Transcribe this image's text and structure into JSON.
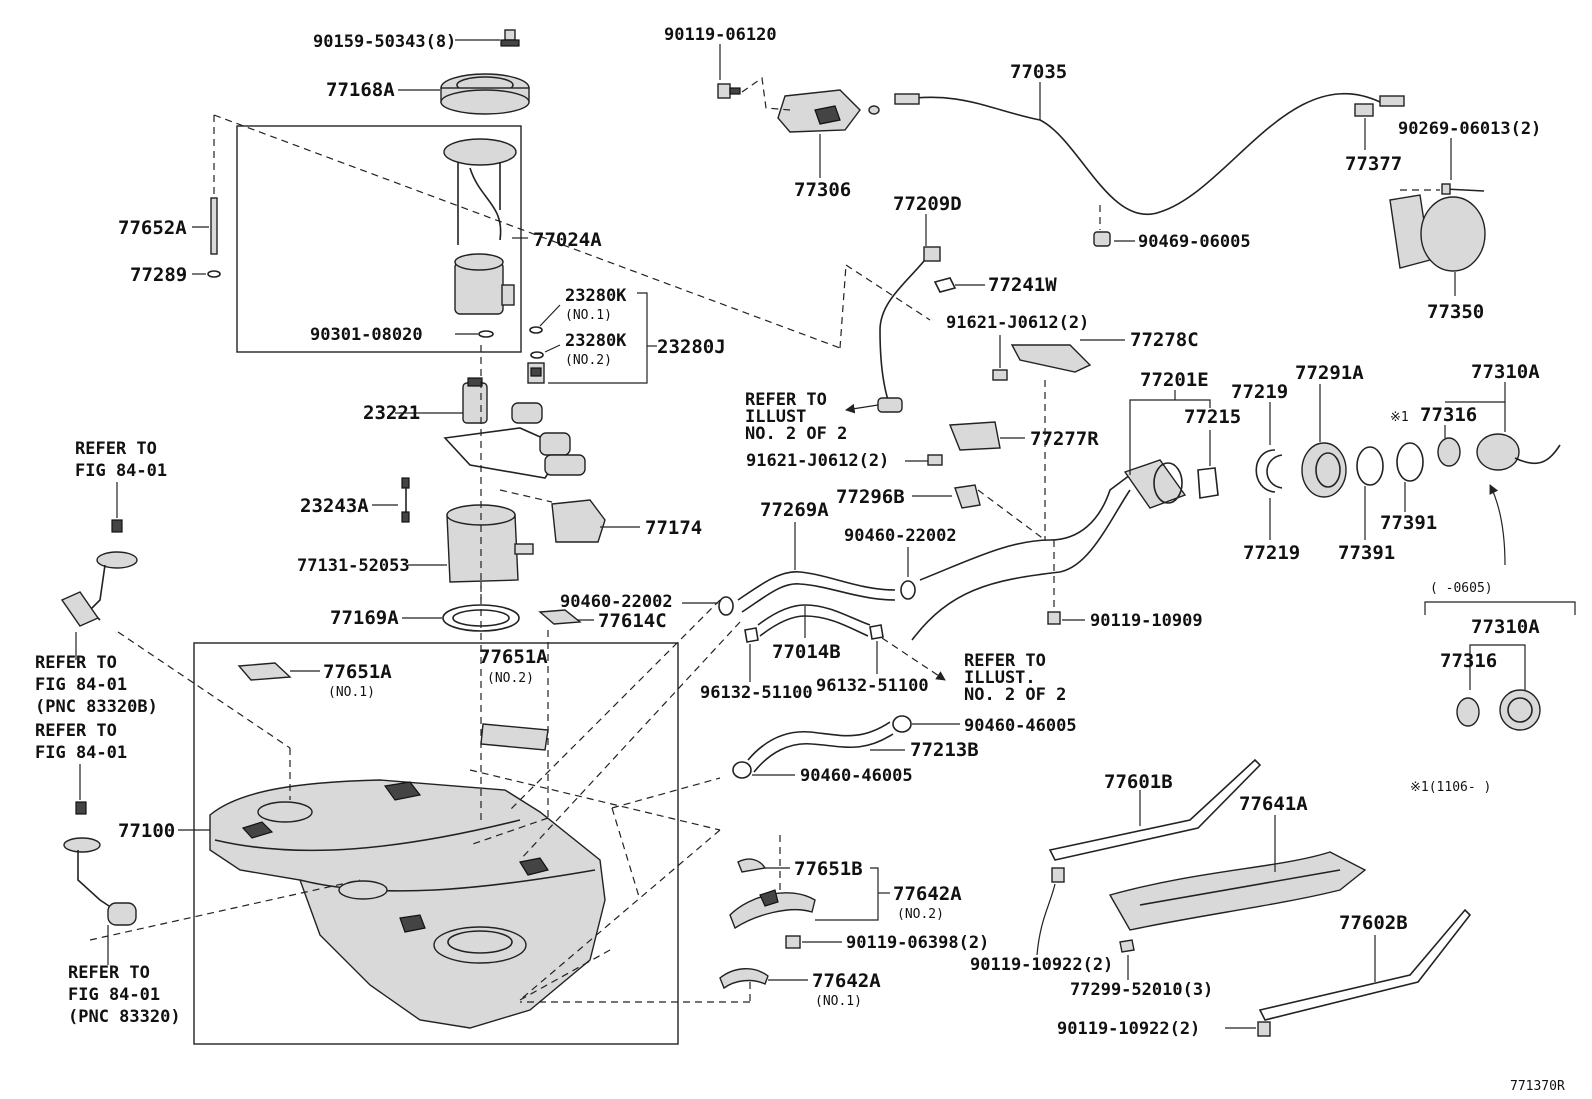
{
  "diagram_id": "771370R",
  "labels": {
    "p_90159": "90159-50343(8)",
    "p_77168A": "77168A",
    "p_77652A": "77652A",
    "p_77289": "77289",
    "p_77024A": "77024A",
    "p_90301": "90301-08020",
    "p_23280K_1": "23280K",
    "no1_a": "(NO.1)",
    "p_23280K_2": "23280K",
    "no2_a": "(NO.2)",
    "p_23280J": "23280J",
    "p_23221": "23221",
    "p_23243A": "23243A",
    "p_77174": "77174",
    "p_77131": "77131-52053",
    "p_77169A": "77169A",
    "p_77614C": "77614C",
    "p_77651A_1": "77651A",
    "no1_b": "(NO.1)",
    "p_77651A_2": "77651A",
    "no2_b": "(NO.2)",
    "p_77100": "77100",
    "p_90119_06120": "90119-06120",
    "p_77306": "77306",
    "p_77035": "77035",
    "p_90469": "90469-06005",
    "p_77377": "77377",
    "p_90269": "90269-06013(2)",
    "p_77350": "77350",
    "p_77209D": "77209D",
    "p_77241W": "77241W",
    "p_91621_a": "91621-J0612(2)",
    "p_77278C": "77278C",
    "p_91621_b": "91621-J0612(2)",
    "p_77277R": "77277R",
    "p_77201E": "77201E",
    "p_77219_a": "77219",
    "p_77215": "77215",
    "p_77291A": "77291A",
    "p_77310A_a": "77310A",
    "p_77316_a": "77316",
    "mark1": "※1",
    "p_77219_b": "77219",
    "p_77391_a": "77391",
    "p_77391_b": "77391",
    "range_a": "(    -0605)",
    "p_77310A_b": "77310A",
    "p_77316_b": "77316",
    "range_b": "※1(1106-    )",
    "p_77296B": "77296B",
    "p_90460_22002_a": "90460-22002",
    "p_77269A": "77269A",
    "p_90460_22002_b": "90460-22002",
    "p_90119_10909": "90119-10909",
    "p_77014B": "77014B",
    "p_96132_a": "96132-51100",
    "p_96132_b": "96132-51100",
    "p_90460_46005_a": "90460-46005",
    "p_77213B": "77213B",
    "p_90460_46005_b": "90460-46005",
    "p_77651B": "77651B",
    "p_77642A_2": "77642A",
    "no2_c": "(NO.2)",
    "p_90119_06398": "90119-06398(2)",
    "p_77642A_1": "77642A",
    "no1_c": "(NO.1)",
    "p_77601B": "77601B",
    "p_77641A": "77641A",
    "p_77602B": "77602B",
    "p_90119_10922_a": "90119-10922(2)",
    "p_77299": "77299-52010(3)",
    "p_90119_10922_b": "90119-10922(2)"
  },
  "refer": {
    "r1_l1": "REFER TO",
    "r1_l2": "FIG 84-01",
    "r2_l1": "REFER TO",
    "r2_l2": "FIG 84-01",
    "r2_l3": "(PNC 83320B)",
    "r3_l1": "REFER TO",
    "r3_l2": "FIG 84-01",
    "r4_l1": "REFER TO",
    "r4_l2": "FIG 84-01",
    "r4_l3": "(PNC 83320)",
    "illust1_l1": "REFER TO",
    "illust1_l2": "ILLUST",
    "illust1_l3": "NO. 2 OF 2",
    "illust2_l1": "REFER TO",
    "illust2_l2": "ILLUST.",
    "illust2_l3": "NO. 2 OF 2"
  }
}
